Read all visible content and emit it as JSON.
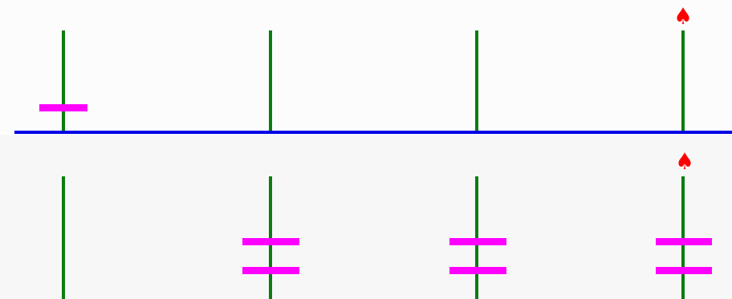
{
  "board": {
    "colors": {
      "rod": "#0b7d10",
      "divider": "#0000e6",
      "bead": "#ff00ff",
      "marker": "#ff0000"
    },
    "marker_glyph": "♠",
    "columns": [
      {
        "upper_beads": 1,
        "lower_beads": 0,
        "marked": false
      },
      {
        "upper_beads": 0,
        "lower_beads": 2,
        "marked": false
      },
      {
        "upper_beads": 0,
        "lower_beads": 2,
        "marked": false
      },
      {
        "upper_beads": 0,
        "lower_beads": 2,
        "marked": true
      }
    ]
  }
}
